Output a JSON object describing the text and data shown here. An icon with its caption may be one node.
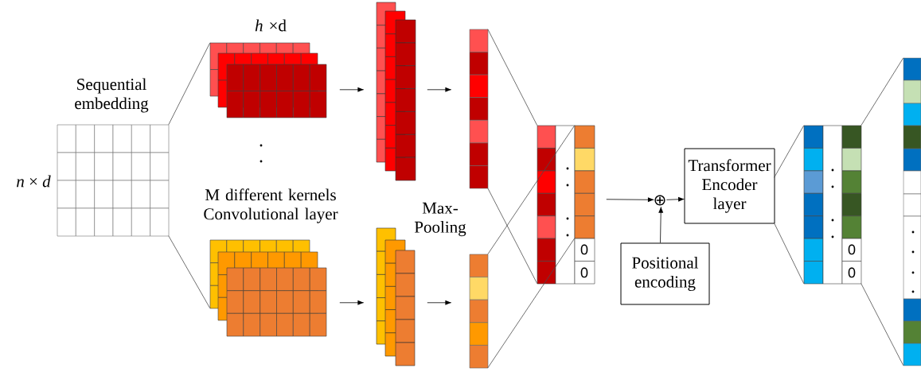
{
  "diagram": {
    "nodes": [
      {
        "text": [
          "Sequential embedding"
        ],
        "beside": [
          "*n* × *d*"
        ]
      },
      {
        "text": [
          "*h* ×d"
        ]
      },
      {
        "text": [
          "M different kernels Convolutional layer"
        ]
      },
      {
        "text": [],
        "shape": "box"
      },
      {
        "text": [],
        "shape": "box"
      },
      {
        "text": [],
        "shape": "bar"
      },
      {
        "text": [],
        "shape": "bar"
      },
      {
        "text": [
          "0",
          "0"
        ]
      },
      {
        "text": [
          "⊕"
        ]
      },
      {
        "text": [
          "Transformer Encoder layer"
        ]
      },
      {
        "text": [
          "Positional encoding"
        ]
      },
      {
        "text": [
          "0",
          "0"
        ]
      },
      {
        "text": [],
        "shape": "bar"
      }
    ],
    "edges": [
      {
        "from": 0,
        "to": 1,
        "arrow": "none"
      },
      {
        "from": 0,
        "to": 2,
        "arrow": "none"
      },
      {
        "from": 1,
        "to": 3,
        "arrow": "to"
      },
      {
        "from": 2,
        "to": 4,
        "arrow": "to"
      },
      {
        "from": 3,
        "to": 5,
        "arrow": "to"
      },
      {
        "from": 4,
        "to": 6,
        "arrow": "to"
      },
      {
        "from": 5,
        "to": 7,
        "arrow": "none"
      },
      {
        "from": 5,
        "to": 7,
        "arrow": "none"
      },
      {
        "from": 6,
        "to": 7,
        "arrow": "none"
      },
      {
        "from": 6,
        "to": 7,
        "arrow": "none"
      },
      {
        "from": 7,
        "to": 8,
        "arrow": "to"
      },
      {
        "from": 10,
        "to": 8,
        "arrow": "to"
      },
      {
        "from": 8,
        "to": 9,
        "arrow": "to"
      },
      {
        "from": 9,
        "to": 11,
        "arrow": "none"
      },
      {
        "from": 9,
        "to": 11,
        "arrow": "none"
      },
      {
        "from": 11,
        "to": 12,
        "arrow": "none"
      },
      {
        "from": 11,
        "to": 12,
        "arrow": "none"
      }
    ],
    "labels": [
      "Max-Pooling"
    ]
  }
}
